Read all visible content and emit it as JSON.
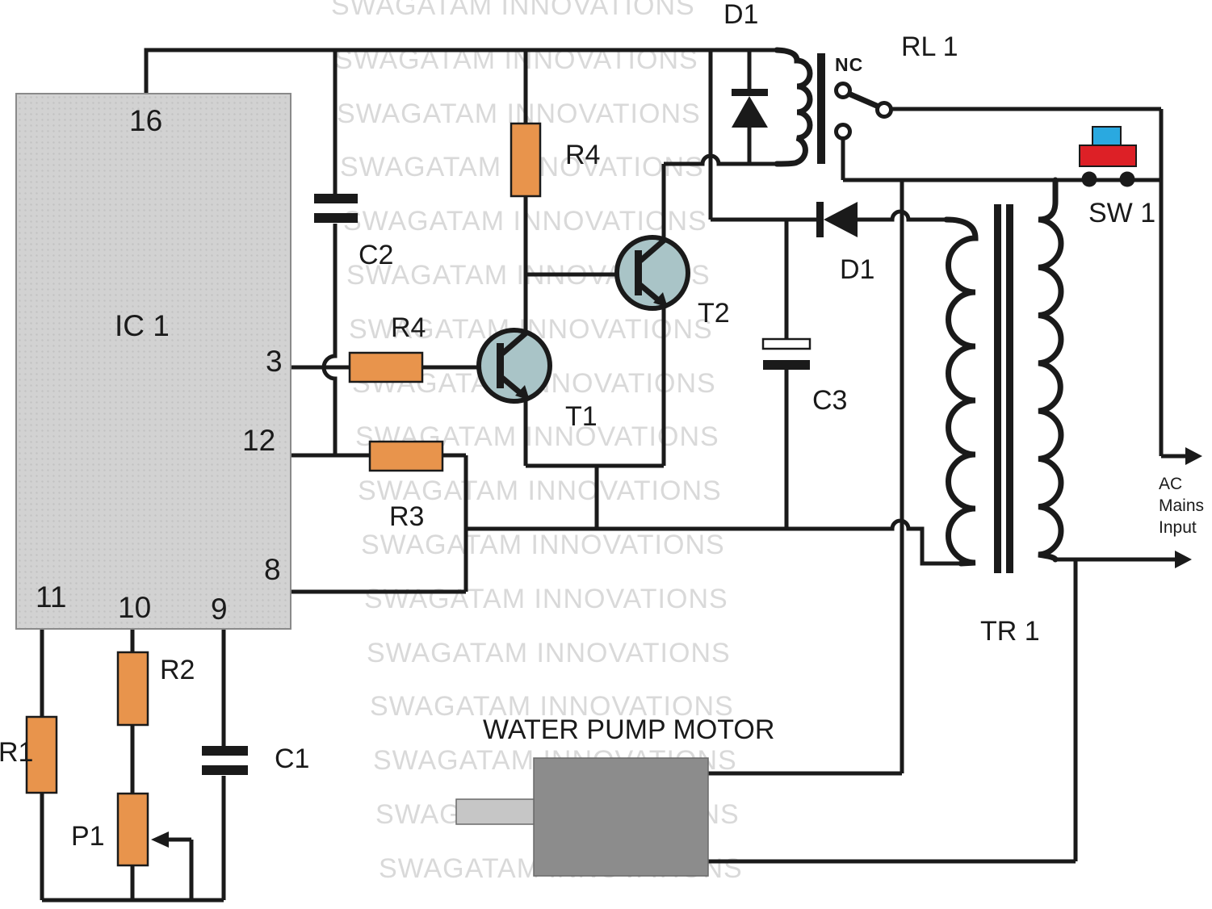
{
  "labels": {
    "ic": "IC 1",
    "pin16": "16",
    "pin3": "3",
    "pin12": "12",
    "pin8": "8",
    "pin11": "11",
    "pin10": "10",
    "pin9": "9",
    "r1": "R1",
    "r2": "R2",
    "r3": "R3",
    "r4_top": "R4",
    "r4_mid": "R4",
    "c1": "C1",
    "c2": "C2",
    "c3": "C3",
    "p1": "P1",
    "t1": "T1",
    "t2": "T2",
    "d1_top": "D1",
    "d1_mid": "D1",
    "rl1": "RL 1",
    "nc": "NC",
    "sw1": "SW 1",
    "tr1": "TR 1",
    "motor": "WATER PUMP MOTOR",
    "ac_line1": "AC",
    "ac_line2": "Mains",
    "ac_line3": "Input"
  },
  "watermark": {
    "text": "SWAGATAM INNOVATIONS"
  },
  "colors": {
    "background": "#ffffff",
    "line": "#1a1a1a",
    "resistor": "#e8944c",
    "transistor": "#a9c4c7",
    "ic_fill": "#d2d2d2",
    "ic_dots": "#c2c2c2",
    "ic_border": "#8a8a8a",
    "motor_body": "#8c8c8c",
    "motor_shaft": "#c6c6c6",
    "motor_edge": "#6a6a6a",
    "switch_red": "#dd2026",
    "switch_blue": "#2aa9e0",
    "watermark": "#d9d9d9"
  }
}
